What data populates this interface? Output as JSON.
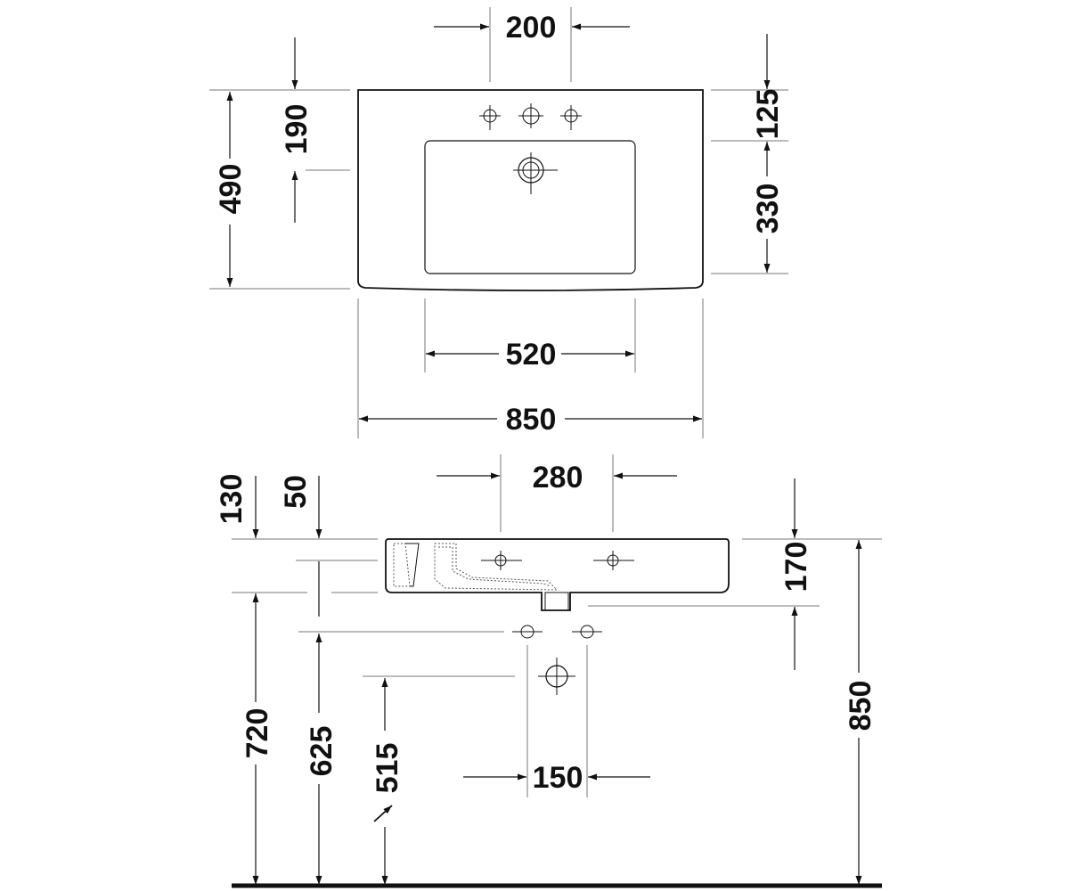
{
  "top_view": {
    "dimensions": {
      "tap_spacing": "200",
      "rear_to_tap": "190",
      "overall_depth": "490",
      "rear_to_bowl": "125",
      "bowl_depth": "330",
      "bowl_width": "520",
      "overall_width": "850"
    }
  },
  "side_view": {
    "dimensions": {
      "wall_hole_spacing": "280",
      "top_to_underside": "130",
      "top_to_hole": "50",
      "basin_height": "170",
      "overall_height": "850",
      "underside_height": "720",
      "supply_height": "625",
      "waste_height": "515",
      "supply_spacing": "150"
    }
  },
  "colors": {
    "line": "#111111",
    "background": "#ffffff",
    "extension": "#777777"
  }
}
